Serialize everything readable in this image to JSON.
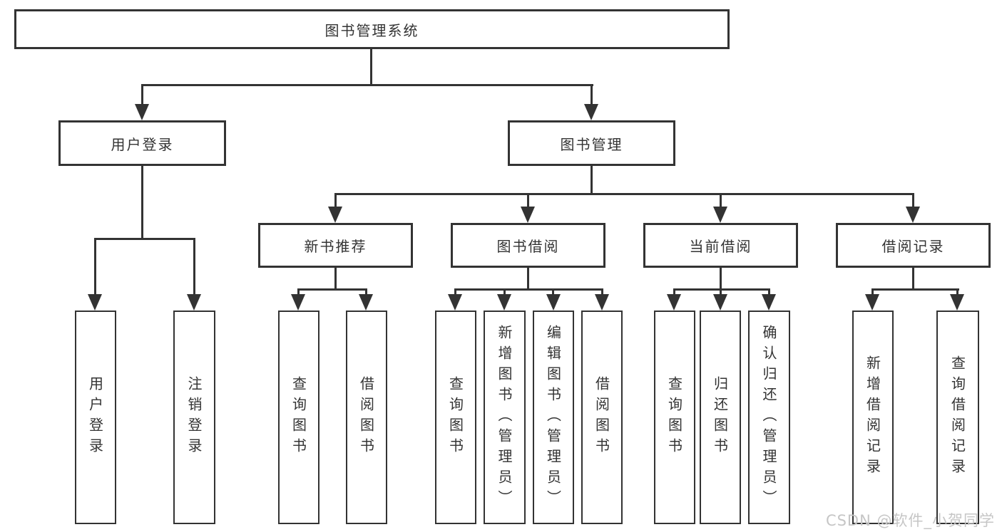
{
  "palette": {
    "line_color": "#333333",
    "box_fill": "#ffffff",
    "text_color": "#333333",
    "watermark_color": "#c6c6c6"
  },
  "diagram": {
    "root": {
      "label": "图书管理系统"
    },
    "children": [
      {
        "label": "用户登录",
        "children": [
          {
            "label": "用户登录"
          },
          {
            "label": "注销登录"
          }
        ]
      },
      {
        "label": "图书管理",
        "children": [
          {
            "label": "新书推荐",
            "children": [
              {
                "label": "查询图书"
              },
              {
                "label": "借阅图书"
              }
            ]
          },
          {
            "label": "图书借阅",
            "children": [
              {
                "label": "查询图书"
              },
              {
                "label": "新增图书（管理员）"
              },
              {
                "label": "编辑图书（管理员）"
              },
              {
                "label": "借阅图书"
              }
            ]
          },
          {
            "label": "当前借阅",
            "children": [
              {
                "label": "查询图书"
              },
              {
                "label": "归还图书"
              },
              {
                "label": "确认归还（管理员）"
              }
            ]
          },
          {
            "label": "借阅记录",
            "children": [
              {
                "label": "新增借阅记录"
              },
              {
                "label": "查询借阅记录"
              }
            ]
          }
        ]
      }
    ]
  },
  "watermark": {
    "text": "CSDN @软件_小贺同学"
  }
}
